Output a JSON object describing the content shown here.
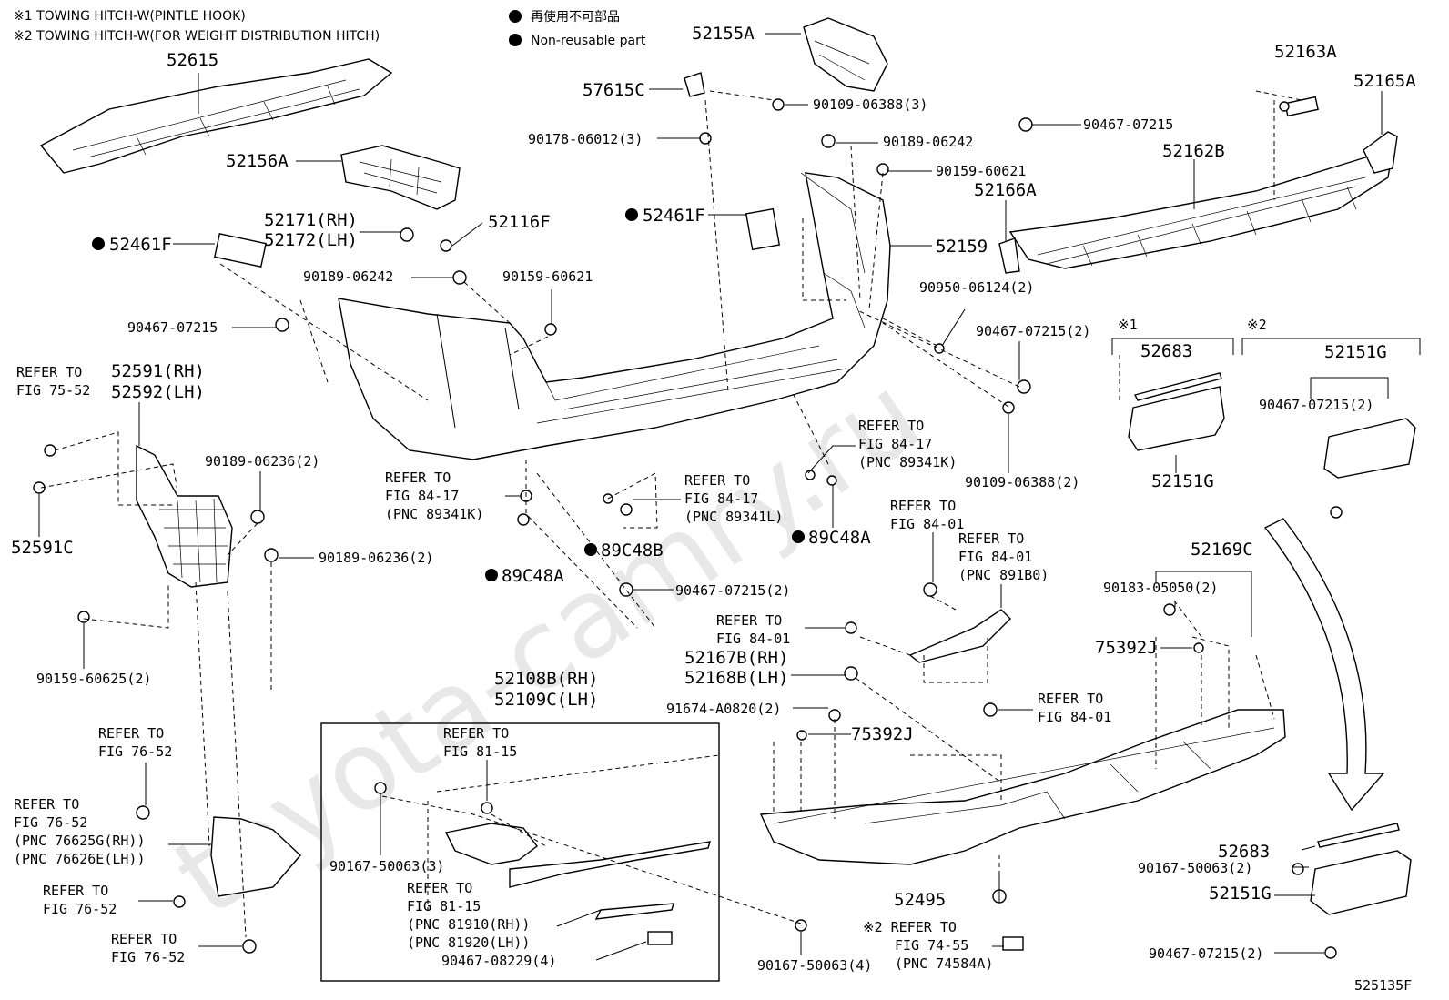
{
  "header": {
    "notes": [
      "※1 TOWING HITCH-W(PINTLE HOOK)",
      "※2 TOWING HITCH-W(FOR WEIGHT DISTRIBUTION HITCH)"
    ],
    "legend": [
      "再使用不可部品",
      "Non-reusable part"
    ]
  },
  "watermark": "toyota-camry.ru",
  "figure_id": "525135F",
  "labels": {
    "l52615": "52615",
    "l52156A": "52156A",
    "l52155A": "52155A",
    "l57615C": "57615C",
    "l90109_06388_3": "90109-06388(3)",
    "l90178_06012_3": "90178-06012(3)",
    "l90189_06242_a": "90189-06242",
    "l90159_60621_a": "90159-60621",
    "l52461F_a": "52461F",
    "l52461F_b": "52461F",
    "l52171": "52171(RH)",
    "l52172": "52172(LH)",
    "l52116F": "52116F",
    "l90189_06242_b": "90189-06242",
    "l90159_60621_b": "90159-60621",
    "l90467_07215_a": "90467-07215",
    "l52159": "52159",
    "l90950": "90950-06124(2)",
    "l90467_07215_b": "90467-07215(2)",
    "l90109_06388_2": "90109-06388(2)",
    "l52163A": "52163A",
    "l52165A": "52165A",
    "l90467_07215_c": "90467-07215",
    "l52162B": "52162B",
    "l52166A": "52166A",
    "l_refer_75_52a": "REFER TO",
    "l_refer_75_52b": "FIG 75-52",
    "l52591": "52591(RH)",
    "l52592": "52592(LH)",
    "l52591C": "52591C",
    "l90189_06236_a": "90189-06236(2)",
    "l90189_06236_b": "90189-06236(2)",
    "l90159_60625": "90159-60625(2)",
    "l_r8417_a1": "REFER TO",
    "l_r8417_a2": "FIG 84-17",
    "l_r8417_a3": "(PNC 89341K)",
    "l89C48A_a": "89C48A",
    "l89C48B": "89C48B",
    "l_r8417_b1": "REFER TO",
    "l_r8417_b2": "FIG 84-17",
    "l_r8417_b3": "(PNC 89341L)",
    "l_r8417_c1": "REFER TO",
    "l_r8417_c2": "FIG 84-17",
    "l_r8417_c3": "(PNC 89341K)",
    "l89C48A_b": "89C48A",
    "l90467_07215_d": "90467-07215(2)",
    "l_r8401_a1": "REFER TO",
    "l_r8401_a2": "FIG 84-01",
    "l_r8401_b1": "REFER TO",
    "l_r8401_b2": "FIG 84-01",
    "l_r8401_b3": "(PNC 891B0)",
    "l_r8401_c1": "REFER TO",
    "l_r8401_c2": "FIG 84-01",
    "l52167B": "52167B(RH)",
    "l52168B": "52168B(LH)",
    "l91674": "91674-A0820(2)",
    "l75392J_a": "75392J",
    "l75392J_b": "75392J",
    "l_r8401_d1": "REFER TO",
    "l_r8401_d2": "FIG 84-01",
    "l52169C": "52169C",
    "l90183": "90183-05050(2)",
    "mark1": "※1",
    "mark2": "※2",
    "l52683_a": "52683",
    "l52151G_a": "52151G",
    "l52151G_top": "52151G",
    "l90467_07215_e": "90467-07215(2)",
    "l52108B": "52108B(RH)",
    "l52109C": "52109C(LH)",
    "l_r8115_a1": "REFER TO",
    "l_r8115_a2": "FIG 81-15",
    "l90167_50063_3": "90167-50063(3)",
    "l_r8115_b1": "REFER TO",
    "l_r8115_b2": "FIG 81-15",
    "l_r8115_b3": "(PNC 81910(RH))",
    "l_r8115_b4": "(PNC 81920(LH))",
    "l90467_08229": "90467-08229(4)",
    "l_r7652_a1": "REFER TO",
    "l_r7652_a2": "FIG 76-52",
    "l_r7652_b1": "REFER TO",
    "l_r7652_b2": "FIG 76-52",
    "l_r7652_b3": "(PNC 76625G(RH))",
    "l_r7652_b4": "(PNC 76626E(LH))",
    "l_r7652_c1": "REFER TO",
    "l_r7652_c2": "FIG 76-52",
    "l_r7652_d1": "REFER TO",
    "l_r7652_d2": "FIG 76-52",
    "l52495": "52495",
    "l90167_50063_4": "90167-50063(4)",
    "l_r7455_1": "※2 REFER TO",
    "l_r7455_2": "FIG 74-55",
    "l_r7455_3": "(PNC 74584A)",
    "l52683_b": "52683",
    "l90167_50063_2": "90167-50063(2)",
    "l52151G_b": "52151G",
    "l90467_07215_f": "90467-07215(2)"
  }
}
